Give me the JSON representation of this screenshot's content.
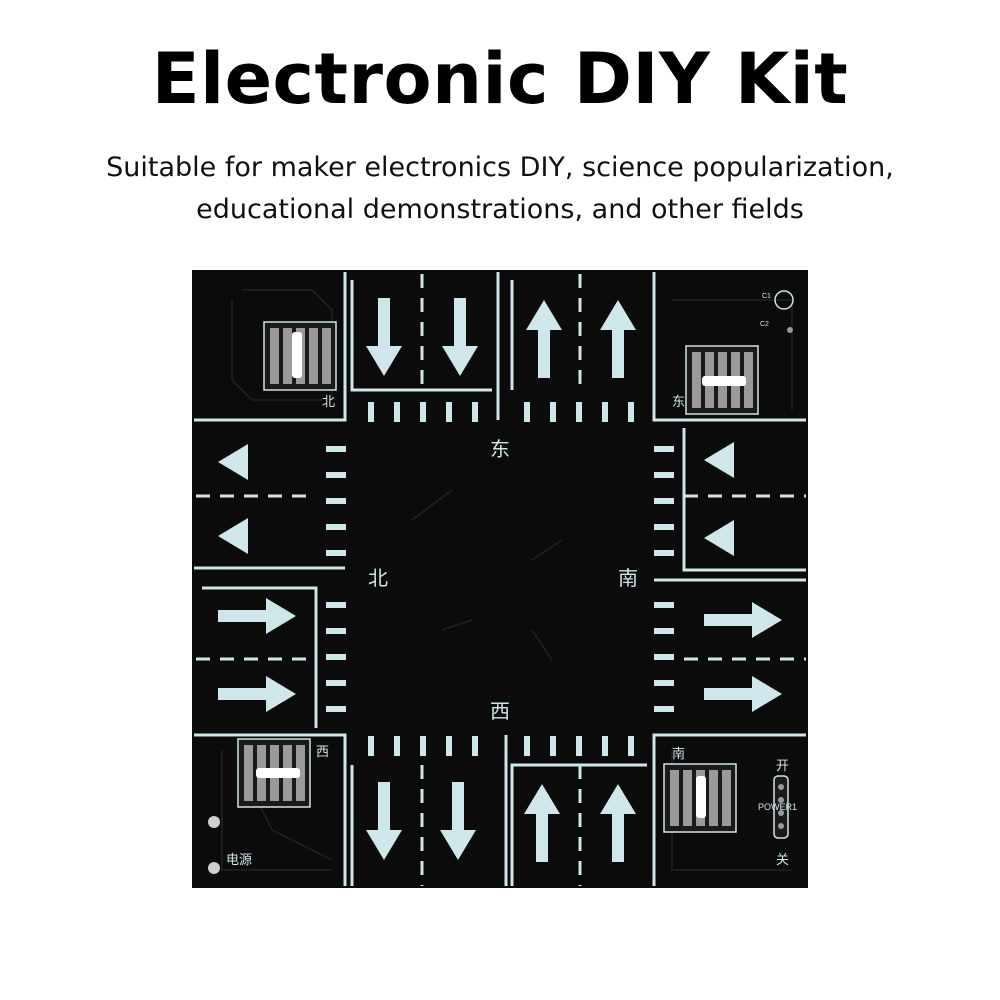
{
  "heading": {
    "title": "Electronic DIY Kit",
    "subtitle_line1": "Suitable for maker electronics DIY, science popularization,",
    "subtitle_line2": "educational demonstrations, and other fields"
  },
  "board": {
    "center_labels": {
      "north": "北",
      "east": "东",
      "south": "南",
      "west": "西"
    },
    "corner_labels": {
      "north": "北",
      "east": "东",
      "west": "西",
      "south": "南"
    },
    "power_label": "电源",
    "switch_label": "POWER1",
    "switch_on": "开",
    "switch_off": "关",
    "capacitor_1": "C1",
    "capacitor_2": "C2",
    "colors": {
      "pcb": "#0b0b0b",
      "marking": "#cfe6ea",
      "pad": "#9a9a9a"
    }
  }
}
